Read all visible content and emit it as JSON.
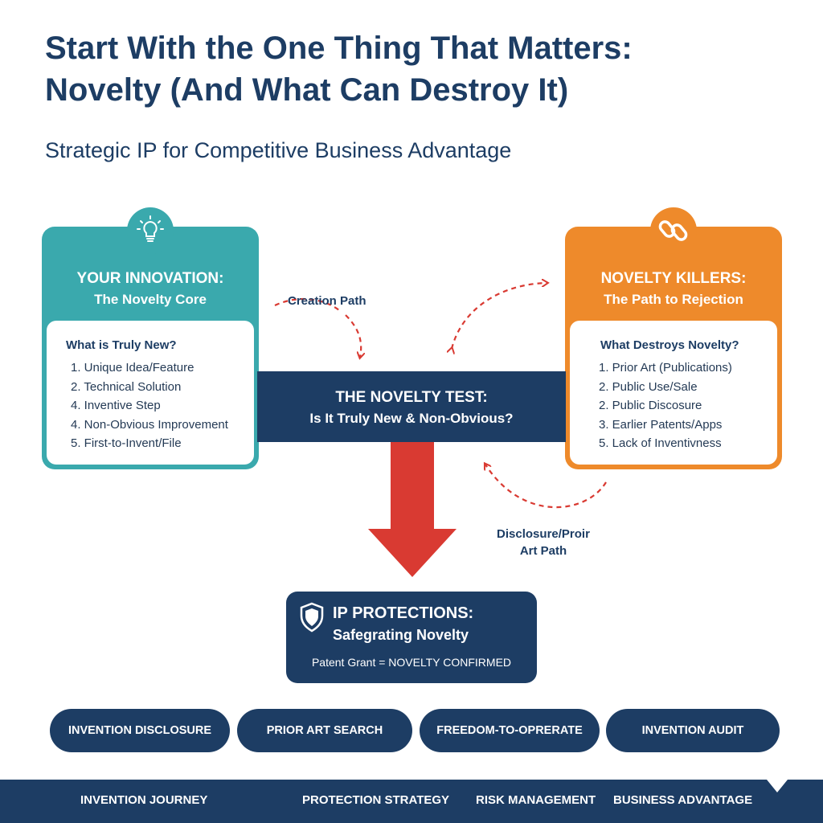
{
  "title_line1": "Start With the One Thing That Matters:",
  "title_line2": "Novelty (And What Can Destroy It)",
  "subtitle": "Strategic IP for Competitive Business Advantage",
  "innovation": {
    "icon": "lightbulb-icon",
    "heading": "YOUR INNOVATION:",
    "subheading": "The Novelty Core",
    "question": "What is Truly New?",
    "items": [
      "1. Unique Idea/Feature",
      "2. Technical Solution",
      "4. Inventive Step",
      "4. Non-Obvious Improvement",
      "5. First-to-Invent/File"
    ],
    "color": "#3aa9ad"
  },
  "killers": {
    "icon": "chain-link-icon",
    "heading": "NOVELTY KILLERS:",
    "subheading": "The Path to Rejection",
    "question": "What Destroys Novelty?",
    "items": [
      "1. Prior Art (Publications)",
      "2. Public Use/Sale",
      "2. Public Discosure",
      "3. Earlier Patents/Apps",
      "5. Lack of Inventivness"
    ],
    "color": "#ee8a2b"
  },
  "test": {
    "heading": "THE NOVELTY TEST:",
    "subheading": "Is It Truly New & Non-Obvious?",
    "color": "#1d3d64"
  },
  "creation_path_label": "Creation Path",
  "disclosure_path_line1": "Disclosure/Proir",
  "disclosure_path_line2": "Art Path",
  "arrow_color": "#d93a32",
  "protections": {
    "icon": "shield-icon",
    "heading": "IP PROTECTIONS:",
    "subheading": "Safegrating Novelty",
    "note": "Patent Grant = NOVELTY CONFIRMED"
  },
  "pills": [
    "INVENTION DISCLOSURE",
    "PRIOR ART SEARCH",
    "FREEDOM-TO-OPRERATE",
    "INVENTION AUDIT"
  ],
  "footer": [
    "INVENTION JOURNEY",
    "PROTECTION STRATEGY",
    "RISK MANAGEMENT",
    "BUSINESS ADVANTAGE"
  ]
}
